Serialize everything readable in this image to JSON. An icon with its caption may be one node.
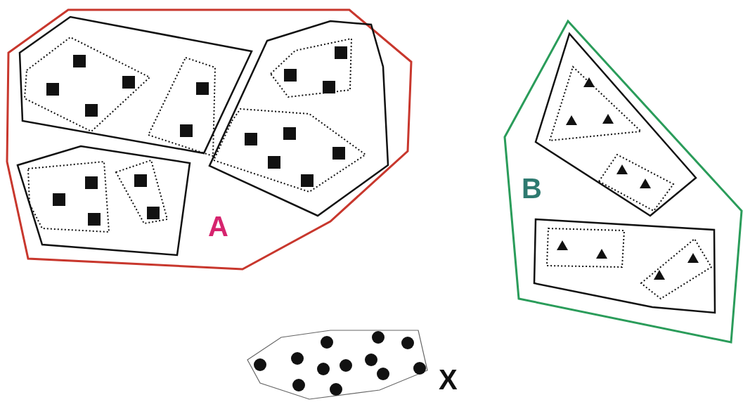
{
  "diagram": {
    "nodes": [
      {
        "text": [
          "A"
        ]
      },
      {
        "text": [],
        "shape": "polygon",
        "in": 0
      },
      {
        "text": [],
        "shape": "polygon",
        "in": 1
      },
      {
        "text": [],
        "shape": "polygon",
        "in": 1
      },
      {
        "text": [],
        "shape": "polygon",
        "in": 0
      },
      {
        "text": [],
        "shape": "polygon",
        "in": 4
      },
      {
        "text": [],
        "shape": "polygon",
        "in": 4
      },
      {
        "text": [],
        "shape": "polygon",
        "in": 0
      },
      {
        "text": [],
        "shape": "polygon",
        "in": 7
      },
      {
        "text": [],
        "shape": "polygon",
        "in": 7
      },
      {
        "text": [
          "B"
        ]
      },
      {
        "text": [],
        "shape": "polygon",
        "in": 10
      },
      {
        "text": [],
        "shape": "polygon",
        "in": 11
      },
      {
        "text": [],
        "shape": "polygon",
        "in": 11
      },
      {
        "text": [],
        "shape": "polygon",
        "in": 10
      },
      {
        "text": [],
        "shape": "polygon",
        "in": 14
      },
      {
        "text": [],
        "shape": "polygon",
        "in": 14
      },
      {
        "text": [
          "X"
        ]
      }
    ]
  }
}
